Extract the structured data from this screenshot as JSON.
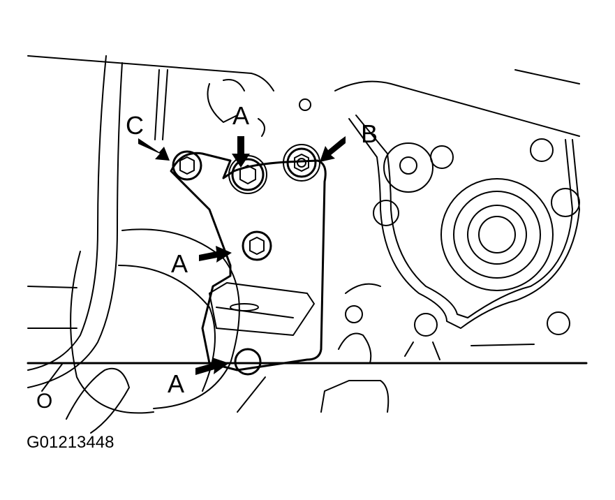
{
  "figure": {
    "id": "G01213448",
    "subject": "engine mounting bracket bolts near water pump",
    "colors": {
      "line": "#000000",
      "background": "#ffffff"
    }
  },
  "callouts": [
    {
      "label": "C",
      "target": "left bracket bolt"
    },
    {
      "label": "A",
      "target": "upper center bracket bolt"
    },
    {
      "label": "B",
      "target": "upper right bracket bolt"
    },
    {
      "label": "A",
      "target": "middle bracket bolt"
    },
    {
      "label": "A",
      "target": "lower bracket bolt"
    },
    {
      "label": "O",
      "target": "left edge marker"
    }
  ]
}
